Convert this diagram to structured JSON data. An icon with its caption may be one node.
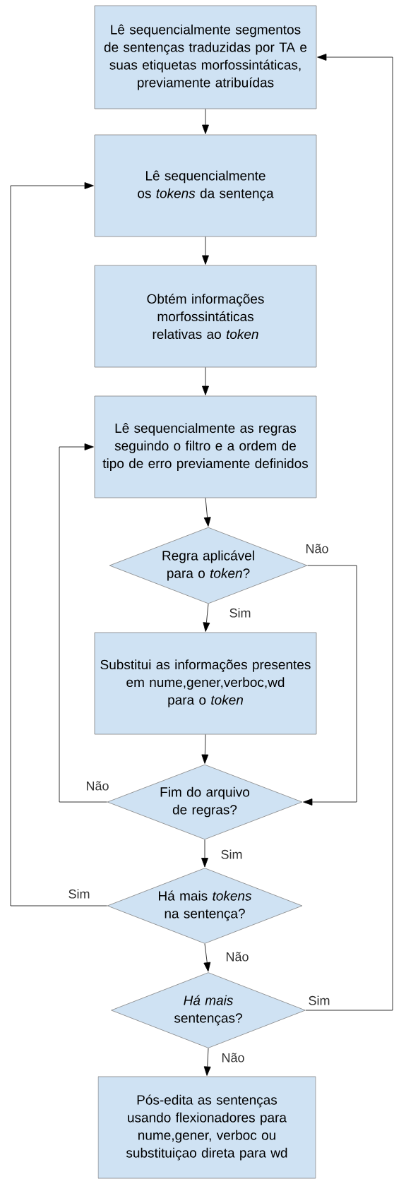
{
  "diagram": {
    "nodes": [
      {
        "text": [
          "Lê sequencialmente segmentos de sentenças traduzidas por TA e suas etiquetas morfossintáticas, previamente atribuídas"
        ]
      },
      {
        "text": [
          "Lê sequencialmente os *tokens* da sentença"
        ]
      },
      {
        "text": [
          "Obtém informações morfossintáticas relativas ao *token*"
        ]
      },
      {
        "text": [
          "Lê sequencialmente as regras seguindo o filtro e a ordem de tipo de erro previamente definidos"
        ]
      },
      {
        "text": [
          "Regra aplicável para o *token*?"
        ]
      },
      {
        "text": [
          "Substitui as informações presentes em nume,gener,verboc,wd para o *token*"
        ]
      },
      {
        "text": [
          "Fim do arquivo de regras?"
        ]
      },
      {
        "text": [
          "Há mais *tokens* na sentença?"
        ]
      },
      {
        "text": [
          "*Há mais* sentenças?"
        ]
      },
      {
        "text": [
          "Pós-edita as sentenças usando flexionadores para nume,gener, verboc ou substituiçao direta para wd"
        ]
      }
    ],
    "edges": [
      {
        "from": 0,
        "to": 1,
        "arrow": "to"
      },
      {
        "from": 1,
        "to": 2,
        "arrow": "to"
      },
      {
        "from": 2,
        "to": 3,
        "arrow": "to"
      },
      {
        "from": 3,
        "to": 4,
        "arrow": "to"
      },
      {
        "from": 4,
        "to": 5,
        "arrow": "to",
        "label": "Sim"
      },
      {
        "from": 4,
        "to": 6,
        "arrow": "to",
        "label": "Não"
      },
      {
        "from": 5,
        "to": 6,
        "arrow": "to"
      },
      {
        "from": 6,
        "to": 3,
        "arrow": "to",
        "label": "Não"
      },
      {
        "from": 6,
        "to": 7,
        "arrow": "to",
        "label": "Sim"
      },
      {
        "from": 7,
        "to": 1,
        "arrow": "to",
        "label": "Sim"
      },
      {
        "from": 7,
        "to": 8,
        "arrow": "to",
        "label": "Não"
      },
      {
        "from": 8,
        "to": 0,
        "arrow": "to",
        "label": "Sim"
      },
      {
        "from": 8,
        "to": 9,
        "arrow": "to",
        "label": "Não"
      }
    ]
  }
}
